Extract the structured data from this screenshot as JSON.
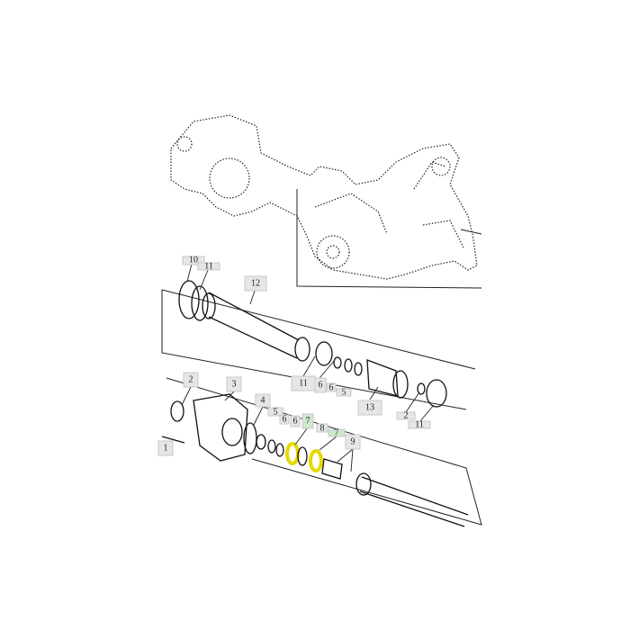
{
  "diagram": {
    "colors": {
      "callout_box": "#e6e6e6",
      "callout_selected": "#cfe8cf",
      "highlight": "#f2e600"
    },
    "callouts": [
      {
        "id": "c1",
        "text": "10"
      },
      {
        "id": "c2",
        "text": "11"
      },
      {
        "id": "c3",
        "text": "12"
      },
      {
        "id": "c4",
        "text": "11"
      },
      {
        "id": "c5",
        "text": "6"
      },
      {
        "id": "c6",
        "text": "6"
      },
      {
        "id": "c7",
        "text": "5"
      },
      {
        "id": "c8",
        "text": "13"
      },
      {
        "id": "c9",
        "text": "2"
      },
      {
        "id": "c10",
        "text": "11"
      },
      {
        "id": "c11",
        "text": "2"
      },
      {
        "id": "c12",
        "text": "3"
      },
      {
        "id": "c13",
        "text": "4"
      },
      {
        "id": "c14",
        "text": "5"
      },
      {
        "id": "c15",
        "text": "6"
      },
      {
        "id": "c16",
        "text": "6"
      },
      {
        "id": "c17",
        "text": "7",
        "selected": true
      },
      {
        "id": "c18",
        "text": "8"
      },
      {
        "id": "c19",
        "text": "7",
        "selected": true
      },
      {
        "id": "c20",
        "text": "9"
      },
      {
        "id": "c21",
        "text": "1"
      }
    ]
  }
}
